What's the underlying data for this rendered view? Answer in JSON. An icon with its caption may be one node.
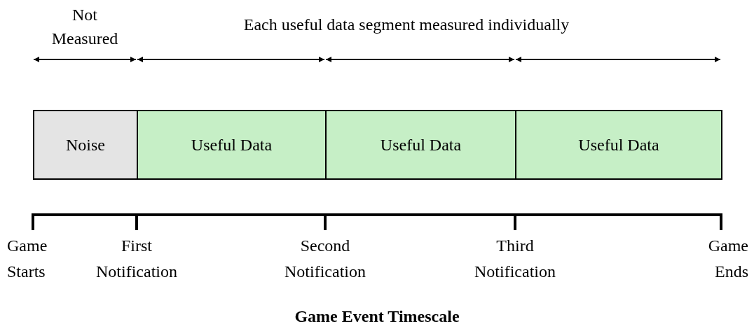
{
  "diagram": {
    "caption": "Game Event Timescale",
    "nodes": [
      {
        "text": [
          "Noise"
        ]
      },
      {
        "text": [
          "Useful Data"
        ]
      },
      {
        "text": [
          "Useful Data"
        ]
      },
      {
        "text": [
          "Useful Data"
        ]
      }
    ],
    "edges": [],
    "labels": [
      "Not Measured",
      "Each useful data segment measured individually",
      "Game Starts",
      "First Notification",
      "Second Notification",
      "Third Notification",
      "Game Ends"
    ]
  }
}
